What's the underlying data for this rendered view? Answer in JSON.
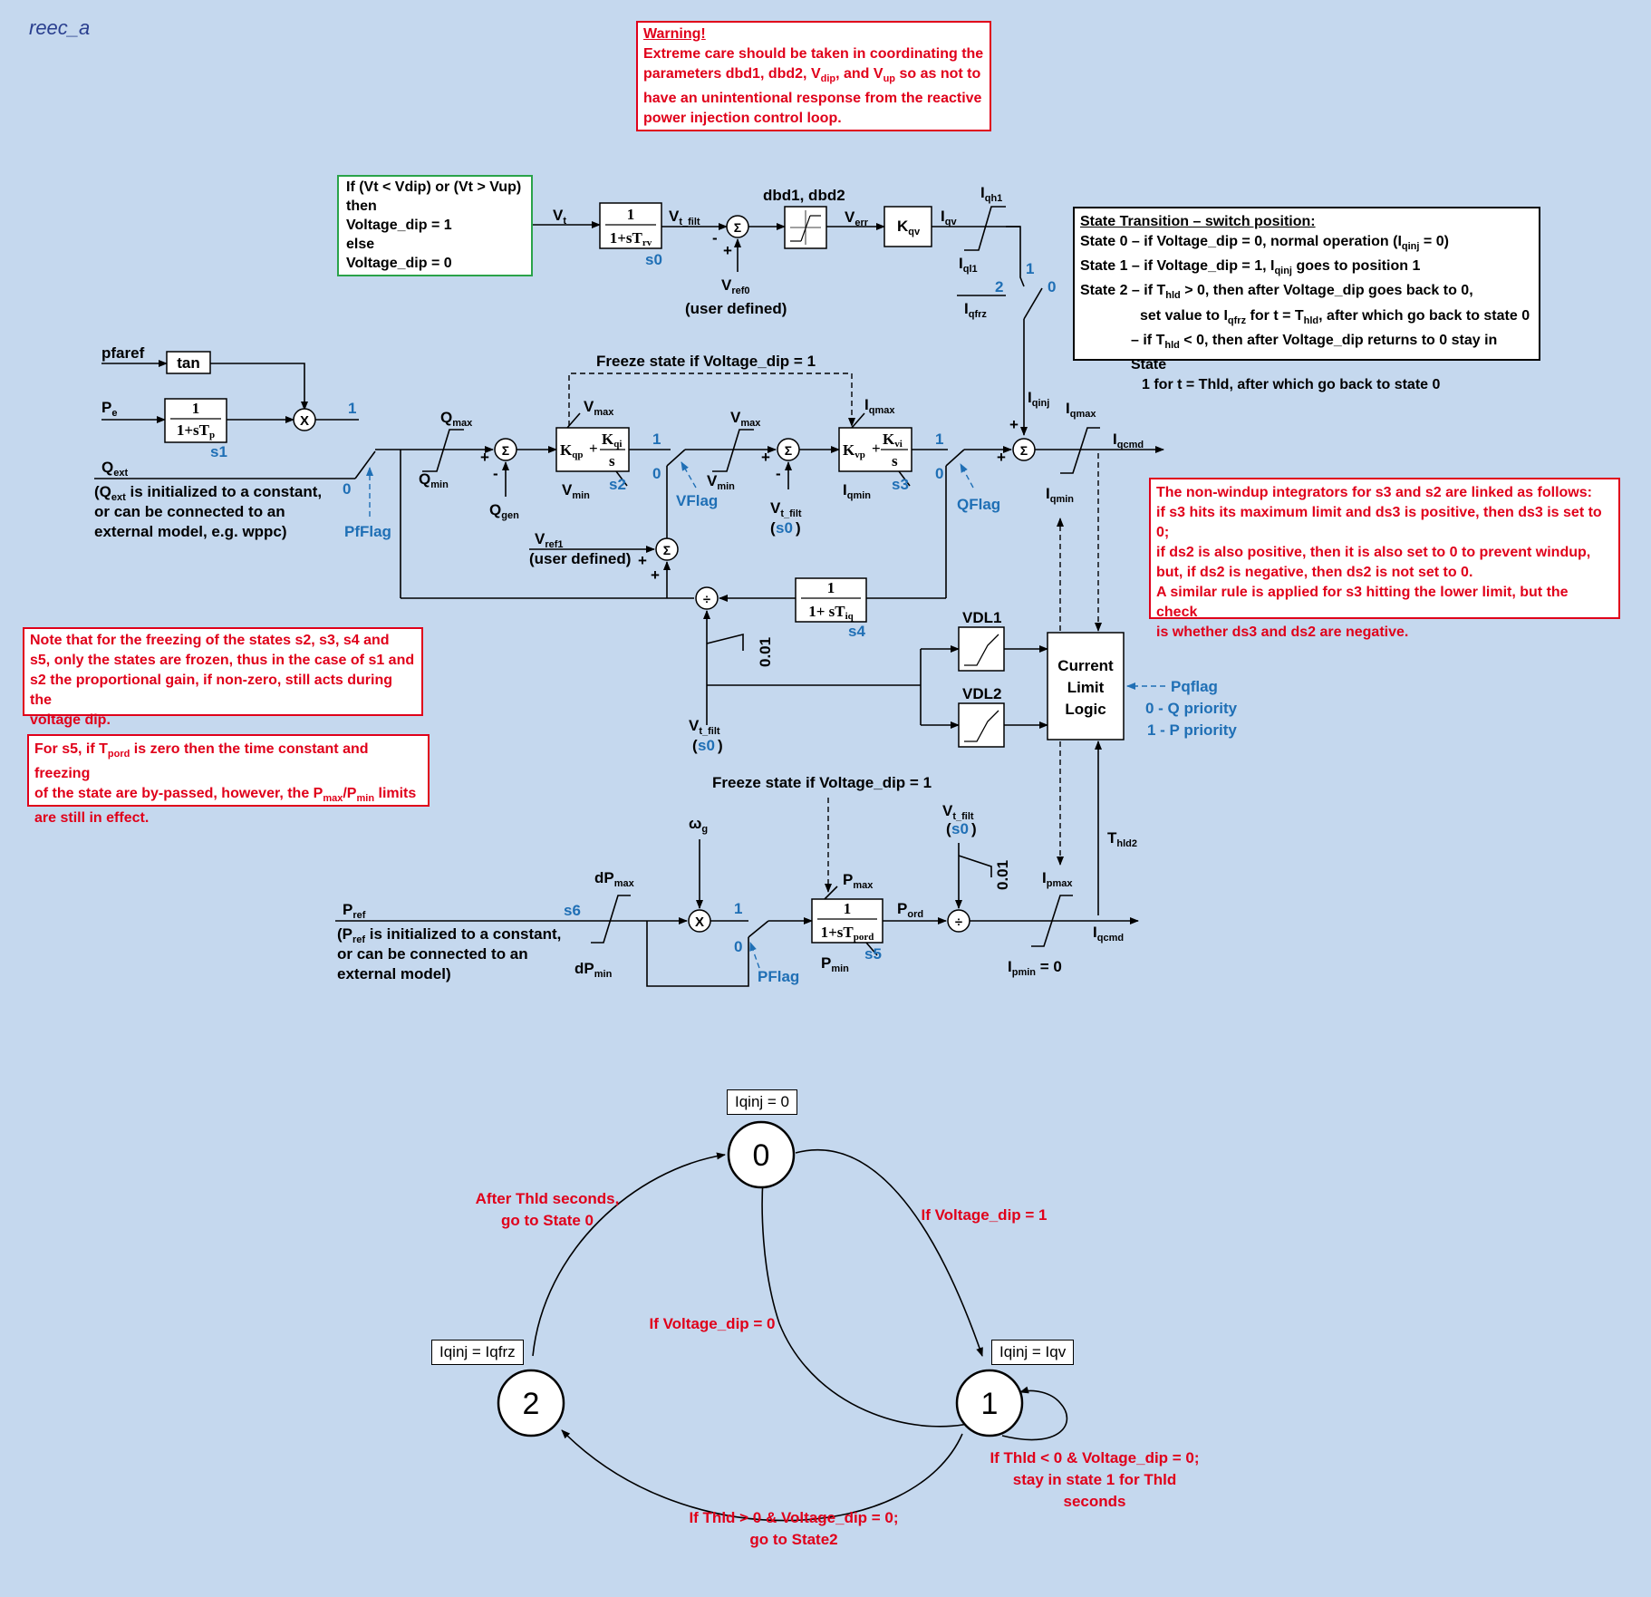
{
  "title": "reec_a",
  "warning": {
    "heading": "Warning!",
    "text": "Extreme care should be taken in coordinating the parameters dbd1, dbd2, V",
    "line1": "Extreme care should be taken in coordinating the",
    "line2a": "parameters dbd1, dbd2, V",
    "line2b": "dip",
    "line2c": ", and V",
    "line2d": "up",
    "line2e": " so as not to",
    "line3": "have an unintentional response from the reactive",
    "line4": "power injection control loop."
  },
  "condition_box": [
    "If (Vt < Vdip) or (Vt > Vup)",
    "then",
    "Voltage_dip = 1",
    "else",
    "Voltage_dip = 0"
  ],
  "state_transition": {
    "heading": "State Transition – switch position:",
    "l1a": "State 0 – if Voltage_dip = 0, normal operation (I",
    "l1b": "qinj",
    "l1c": " = 0)",
    "l2a": "State 1 – if Voltage_dip = 1, I",
    "l2b": "qinj",
    "l2c": " goes to position 1",
    "l3a": "State 2 – if T",
    "l3b": "hld",
    "l3c": " > 0, then after Voltage_dip goes back to 0,",
    "l4a": "set value to I",
    "l4b": "qfrz",
    "l4c": " for t = T",
    "l4d": "hld",
    "l4e": ", after which go back to state 0",
    "l5a": "– if T",
    "l5b": "hld",
    "l5c": " < 0, then after Voltage_dip returns to 0 stay in State",
    "l6": "1 for t = Thld, after which go back to state 0"
  },
  "nonwindup_note": [
    "The non-windup integrators for s3 and s2 are linked as follows:",
    "if s3 hits its maximum limit and ds3 is positive, then ds3 is set to 0;",
    "if ds2 is also positive, then it is also set to 0 to prevent windup,",
    "but, if ds2 is negative, then ds2 is not set to 0.",
    "A similar rule is applied for s3 hitting the lower limit, but the check",
    "is whether ds3 and ds2 are negative."
  ],
  "freeze_note": [
    "Note that for the freezing of the states s2, s3, s4 and",
    "s5, only the states are frozen, thus in the case of s1 and",
    "s2 the proportional gain, if non-zero, still acts during the",
    "voltage dip."
  ],
  "s5_note": {
    "l1a": "For s5, if T",
    "l1b": "pord",
    "l1c": " is zero then the time constant and freezing",
    "l2": "of the state are by-passed, however, the P",
    "l2b": "max",
    "l2c": "/P",
    "l2d": "min",
    "l2e": " limits",
    "l3": "are still in effect."
  },
  "labels": {
    "vt": "V",
    "vt_sub": "t",
    "vtfilt": "V",
    "vtfilt_sub": "t_filt",
    "s0": "s0",
    "s1": "s1",
    "s2": "s2",
    "s3": "s3",
    "s4": "s4",
    "s5": "s5",
    "s6": "s6",
    "dbd": "dbd1, dbd2",
    "verr": "V",
    "verr_sub": "err",
    "kqv": "K",
    "kqv_sub": "qv",
    "iqv": "I",
    "iqv_sub": "qv",
    "iqh1": "I",
    "iqh1_sub": "qh1",
    "iql1": "I",
    "iql1_sub": "ql1",
    "iqfrz": "I",
    "iqfrz_sub": "qfrz",
    "vref0": "V",
    "vref0_sub": "ref0",
    "user_defined": "(user defined)",
    "iqinj": "I",
    "iqinj_sub": "qinj",
    "pfaref": "pfaref",
    "tan": "tan",
    "pe": "P",
    "pe_sub": "e",
    "qext": "Q",
    "qext_sub": "ext",
    "qext_note1a": "(Q",
    "qext_note1b": "ext",
    "qext_note1c": " is initialized to a constant,",
    "qext_note2": "or can be connected to an",
    "qext_note3": "external model, e.g. wppc)",
    "pfflag": "PfFlag",
    "qmax": "Q",
    "qmax_sub": "max",
    "qmin": "Q",
    "qmin_sub": "min",
    "qgen": "Q",
    "qgen_sub": "gen",
    "freeze1": "Freeze state if Voltage_dip = 1",
    "vmax": "V",
    "vmax_sub": "max",
    "vmin": "V",
    "vmin_sub": "min",
    "vflag": "VFlag",
    "iqmax": "I",
    "iqmax_sub": "qmax",
    "iqmin": "I",
    "iqmin_sub": "qmin",
    "qflag": "QFlag",
    "iqcmd": "I",
    "iqcmd_sub": "qcmd",
    "vref1": "V",
    "vref1_sub": "ref1",
    "vdl1": "VDL1",
    "vdl2": "VDL2",
    "cll1": "Current",
    "cll2": "Limit",
    "cll3": "Logic",
    "pqflag": "Pqflag",
    "qprio": "0 - Q priority",
    "pprio": "1 - P priority",
    "v001": "0.01",
    "freeze2": "Freeze state if Voltage_dip = 1",
    "omega": "ω",
    "omega_sub": "g",
    "pref": "P",
    "pref_sub": "ref",
    "pref_note1a": "(P",
    "pref_note1b": "ref",
    "pref_note1c": " is initialized to a constant,",
    "pref_note2": "or can be connected to an",
    "pref_note3": "external model)",
    "dpmax": "dP",
    "dpmax_sub": "max",
    "dpmin": "dP",
    "dpmin_sub": "min",
    "pflag": "PFlag",
    "pmax": "P",
    "pmax_sub": "max",
    "pmin": "P",
    "pmin_sub": "min",
    "pord": "P",
    "pord_sub": "ord",
    "ipmax": "I",
    "ipmax_sub": "pmax",
    "ipmin": "I",
    "ipmin_sub": "pmin",
    "ipmin_val": " = 0",
    "thld2": "T",
    "thld2_sub": "hld2",
    "one": "1",
    "zero": "0",
    "two": "2"
  },
  "states": {
    "s0": {
      "num": "0",
      "label": "Iqinj = 0"
    },
    "s1": {
      "num": "1",
      "label": "Iqinj = Iqv"
    },
    "s2": {
      "num": "2",
      "label": "Iqinj = Iqfrz"
    }
  },
  "transitions": {
    "t20a": "After Thld seconds,",
    "t20b": "go to State 0",
    "t01": "If Voltage_dip = 1",
    "t10": "If Voltage_dip = 0",
    "t11a": "If Thld < 0 & Voltage_dip = 0;",
    "t11b": "stay in state 1 for Thld",
    "t11c": "seconds",
    "t12a": "If Thld > 0 & Voltage_dip = 0;",
    "t12b": "go to State2"
  },
  "colors": {
    "background": "#c5d8ee",
    "accent_blue": "#1f6fb5",
    "warning_red": "#e0001a",
    "condition_green": "#2aa34a"
  }
}
